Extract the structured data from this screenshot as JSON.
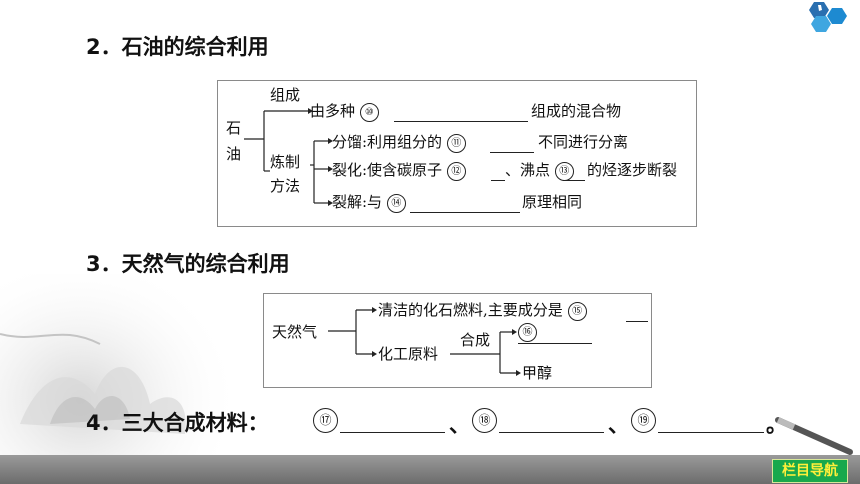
{
  "section2": {
    "heading": "2．石油的综合利用",
    "root": [
      "石",
      "油"
    ],
    "branch_top_label": "组成",
    "branch_top_pre": "由多种",
    "n10": "⑩",
    "branch_top_post": "组成的混合物",
    "method_label": [
      "炼制",
      "方法"
    ],
    "fenliu_pre": "分馏:利用组分的",
    "n11": "⑪",
    "fenliu_post": "不同进行分离",
    "liehua_pre": "裂化:使含碳原子",
    "n12": "⑫",
    "liehua_mid": "、沸点",
    "n13": "⑬",
    "liehua_post": "的烃逐步断裂",
    "liejie_pre": "裂解:与",
    "n14": "⑭",
    "liejie_post": "原理相同"
  },
  "section3": {
    "heading": "3．天然气的综合利用",
    "root": "天然气",
    "top_pre": "清洁的化石燃料,主要成分是",
    "n15": "⑮",
    "chem": "化工原料",
    "hecheng": "合成",
    "n16": "⑯",
    "jiachun": "甲醇"
  },
  "section4": {
    "heading": "4．三大合成材料：",
    "n17": "⑰",
    "sep1": "、",
    "n18": "⑱",
    "sep2": "、",
    "n19": "⑲",
    "end": "。"
  },
  "nav": {
    "label": "栏目导航"
  },
  "colors": {
    "nav_bg": "#18a84c",
    "nav_text": "#ffef3a",
    "footer": "#808080",
    "accent_blue": "#2a7fc0"
  }
}
